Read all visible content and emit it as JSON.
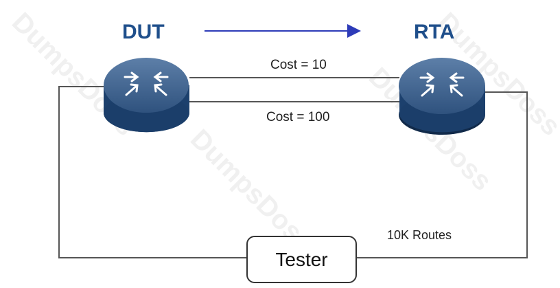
{
  "nodes": {
    "dut": {
      "label": "DUT"
    },
    "rta": {
      "label": "RTA"
    },
    "tester": {
      "label": "Tester"
    }
  },
  "links": {
    "upper": {
      "label": "Cost = 10"
    },
    "lower": {
      "label": "Cost = 100"
    },
    "routes": {
      "label": "10K Routes"
    }
  },
  "watermark": {
    "text": "DumpsDoss"
  },
  "colors": {
    "router_top": "#3b5f8c",
    "router_side": "#17375f",
    "label": "#1f4f8b",
    "arrow": "#2d3bb8",
    "line": "#555555"
  },
  "icons": [
    "router-icon",
    "arrow-right-icon"
  ]
}
